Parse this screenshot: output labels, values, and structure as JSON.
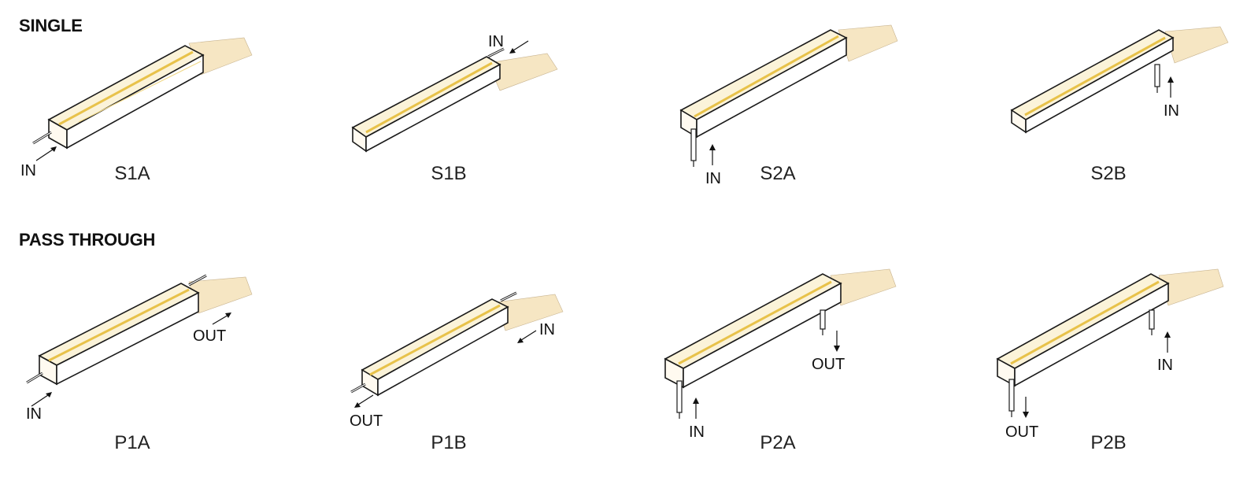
{
  "sections": {
    "single": "SINGLE",
    "pass_through": "PASS THROUGH"
  },
  "items": {
    "S1A": {
      "label": "S1A",
      "io": [
        "IN"
      ]
    },
    "S1B": {
      "label": "S1B",
      "io": [
        "IN"
      ]
    },
    "S2A": {
      "label": "S2A",
      "io": [
        "IN"
      ]
    },
    "S2B": {
      "label": "S2B",
      "io": [
        "IN"
      ]
    },
    "P1A": {
      "label": "P1A",
      "io": [
        "IN",
        "OUT"
      ]
    },
    "P1B": {
      "label": "P1B",
      "io": [
        "OUT",
        "IN"
      ]
    },
    "P2A": {
      "label": "P2A",
      "io": [
        "IN",
        "OUT"
      ]
    },
    "P2B": {
      "label": "P2B",
      "io": [
        "OUT",
        "IN"
      ]
    }
  },
  "colors": {
    "housing_fill": "#fbf3d9",
    "lens_beam": "#f3deb0",
    "led_line": "#e8c24a",
    "outline": "#1a1a1a"
  }
}
